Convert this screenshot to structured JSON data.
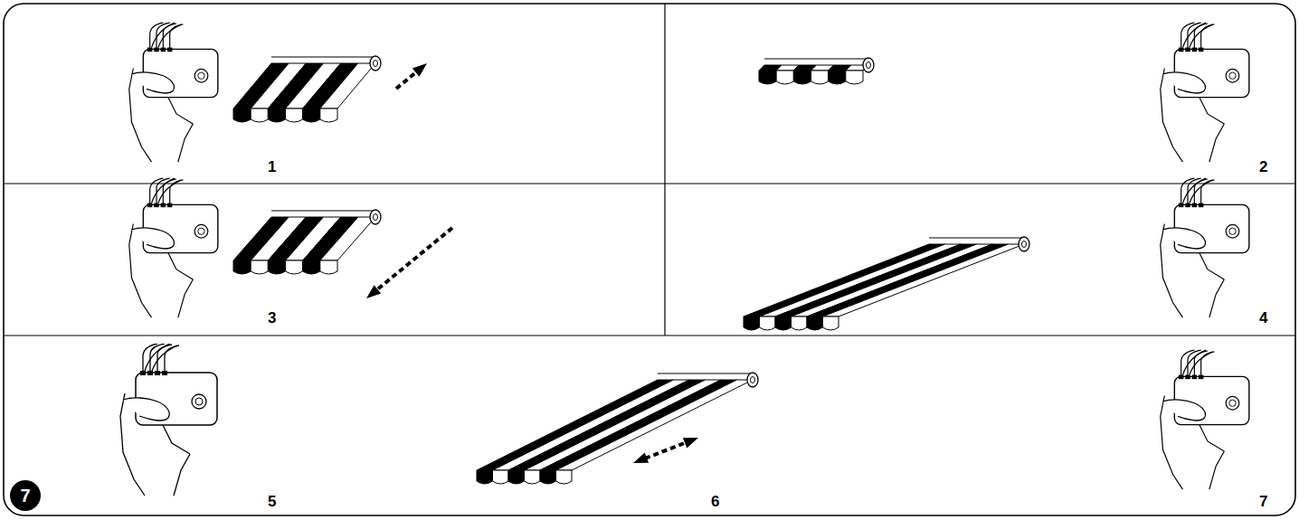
{
  "diagram": {
    "nodes": [
      {
        "text": [
          "7"
        ]
      }
    ],
    "labels": [
      "1",
      "2",
      "3",
      "4",
      "5",
      "6",
      "7"
    ]
  }
}
